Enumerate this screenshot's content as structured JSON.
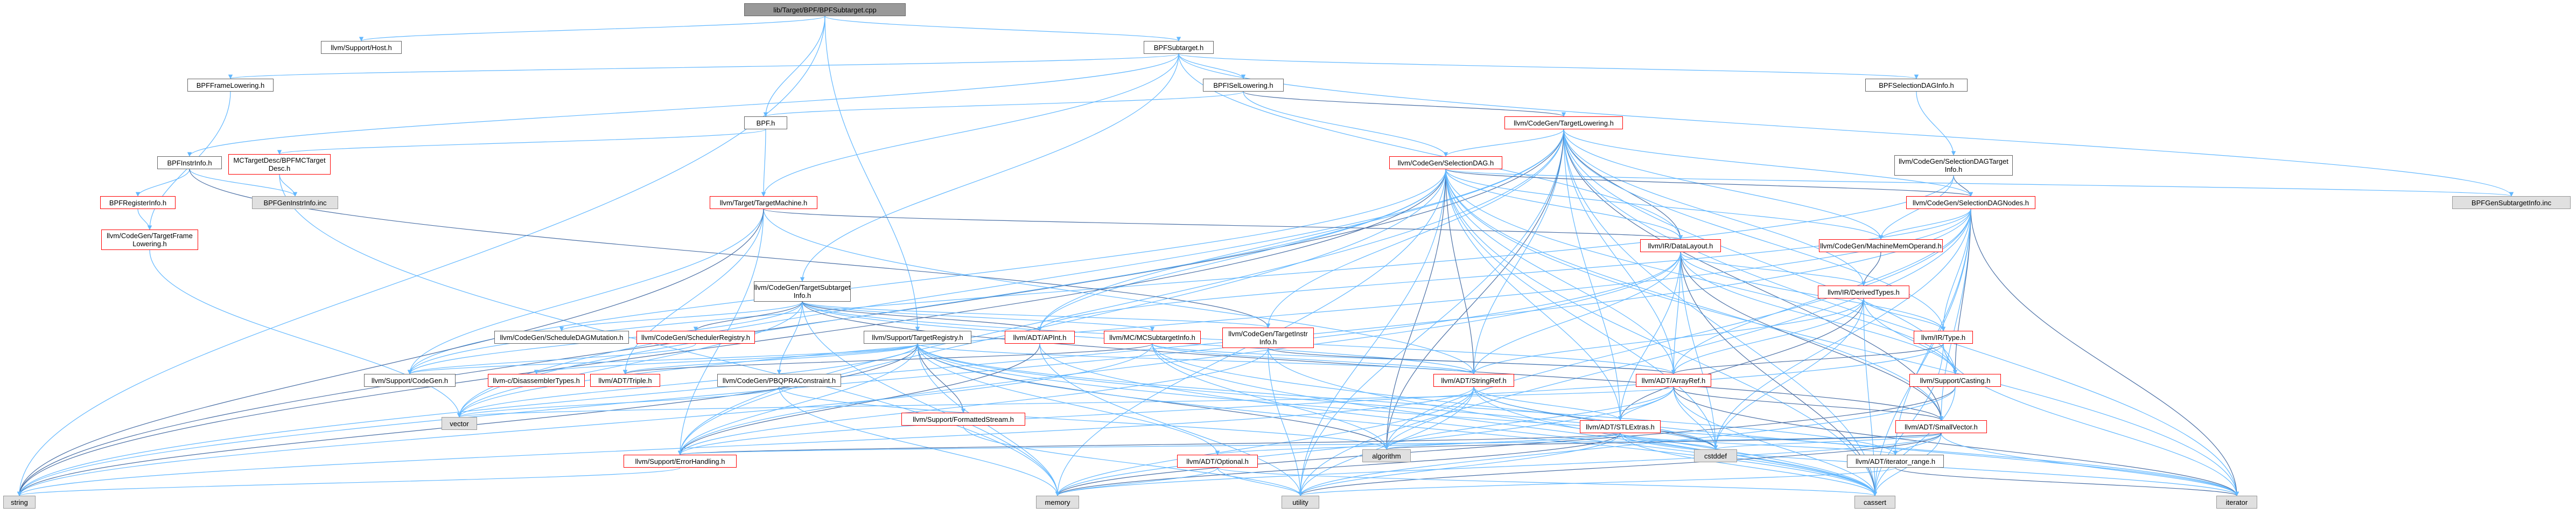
{
  "colors": {
    "node_border": "#666666",
    "incomplete_border": "#ff0000",
    "root_fill": "#999999",
    "external_fill": "#e0e0e0",
    "edge_color": "#63b8ff",
    "edge_dark": "#4a6fa5"
  },
  "nodes": {
    "root": "lib/Target/BPF/BPFSubtarget.cpp",
    "host": "llvm/Support/Host.h",
    "bpfsubtarget": "BPFSubtarget.h",
    "framelowering": "BPFFrameLowering.h",
    "isellowering": "BPFISelLowering.h",
    "bpfh": "BPF.h",
    "seldaginfo": "BPFSelectionDAGInfo.h",
    "sdtargetinfo": "llvm/CodeGen/SelectionDAGTarget\nInfo.h",
    "gensubtarget": "BPFGenSubtargetInfo.inc",
    "targetlowering": "llvm/CodeGen/TargetLowering.h",
    "instrinfo": "BPFInstrInfo.h",
    "mcdesc": "MCTargetDesc/BPFMCTarget\nDesc.h",
    "geninstr": "BPFGenInstrInfo.inc",
    "reginfo": "BPFRegisterInfo.h",
    "tframelowering": "llvm/CodeGen/TargetFrame\nLowering.h",
    "selectiondag": "llvm/CodeGen/SelectionDAG.h",
    "targetmachine": "llvm/Target/TargetMachine.h",
    "sdnodes": "llvm/CodeGen/SelectionDAGNodes.h",
    "memoperand": "llvm/CodeGen/MachineMemOperand.h",
    "datalayout": "llvm/IR/DataLayout.h",
    "derivedtypes": "llvm/IR/DerivedTypes.h",
    "tsubtargetinfo": "llvm/CodeGen/TargetSubtarget\nInfo.h",
    "schedmutation": "llvm/CodeGen/ScheduleDAGMutation.h",
    "schedregistry": "llvm/CodeGen/SchedulerRegistry.h",
    "codegen": "llvm/Support/CodeGen.h",
    "targetregistry": "llvm/Support/TargetRegistry.h",
    "disasmtypes": "llvm-c/DisassemblerTypes.h",
    "triple": "llvm/ADT/Triple.h",
    "pbqprra": "llvm/CodeGen/PBQPRAConstraint.h",
    "apint": "llvm/ADT/APInt.h",
    "mcsubtarget": "llvm/MC/MCSubtargetInfo.h",
    "targetinstr": "llvm/CodeGen/TargetInstr\nInfo.h",
    "irtype": "llvm/IR/Type.h",
    "casting": "llvm/Support/Casting.h",
    "stringref": "llvm/ADT/StringRef.h",
    "arrayref": "llvm/ADT/ArrayRef.h",
    "formattedstream": "llvm/Support/FormattedStream.h",
    "stlextras": "llvm/ADT/STLExtras.h",
    "smallvector": "llvm/ADT/SmallVector.h",
    "optional": "llvm/ADT/Optional.h",
    "errorhandling": "llvm/Support/ErrorHandling.h",
    "iteratorrange": "llvm/ADT/iterator_range.h",
    "vector": "vector",
    "algorithm": "algorithm",
    "cstddef": "cstddef",
    "string": "string",
    "memory": "memory",
    "utility": "utility",
    "cassert": "cassert",
    "iterator": "iterator"
  }
}
